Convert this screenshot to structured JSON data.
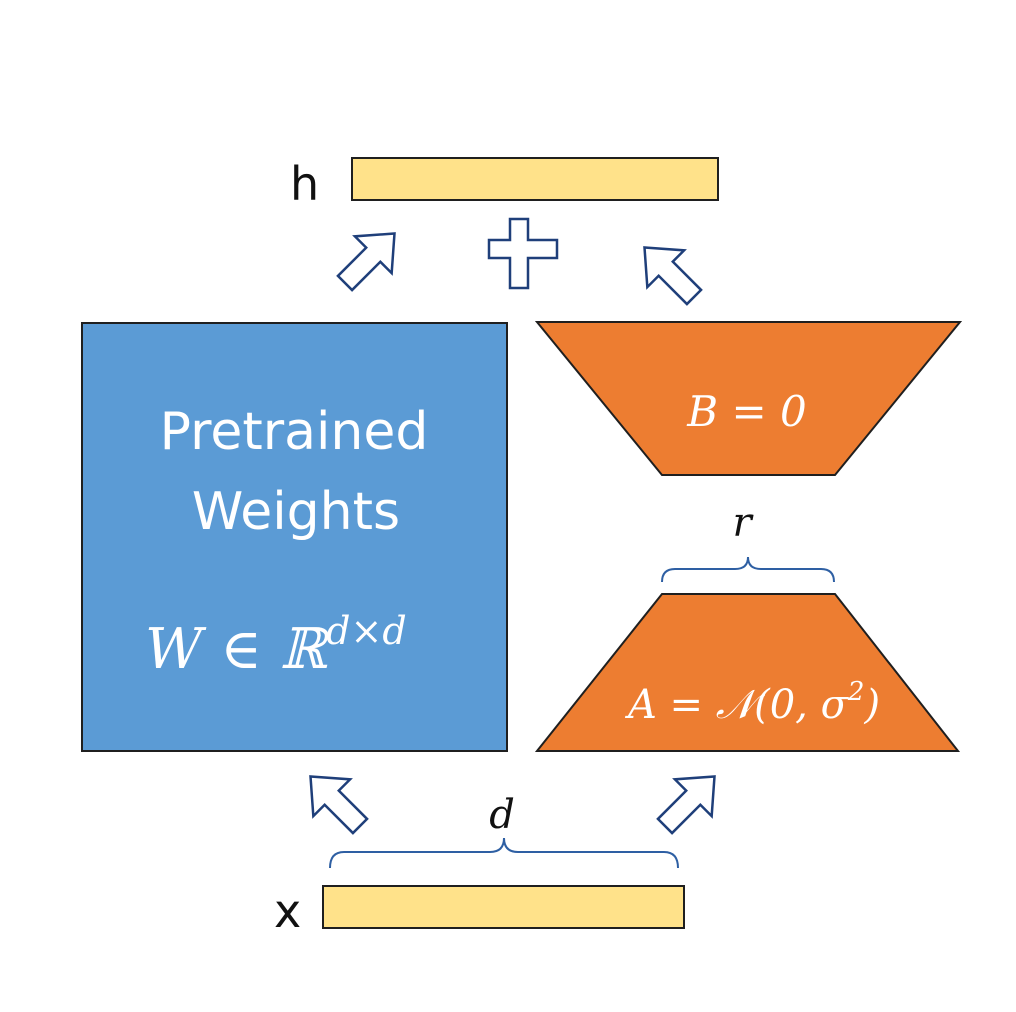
{
  "labels": {
    "output": "h",
    "input": "x",
    "pretrained_line1": "Pretrained",
    "pretrained_line2": "Weights",
    "weights_formula": "W ∈ ℝ",
    "weights_superscript": "d×d",
    "b_formula": "B = 0",
    "a_formula_main": "A = 𝒩(0, σ",
    "a_formula_sup": "2",
    "a_formula_close": ")",
    "rank": "r",
    "dim": "d"
  },
  "colors": {
    "vector_fill": "#FFE28A",
    "matrix_blue": "#5B9BD5",
    "trapezoid_orange": "#ED7D31",
    "outline_dark": "#1F1F1F",
    "arrow_stroke": "#1F3F7A",
    "white_text": "#FFFFFF",
    "brace_stroke": "#2E5FA3"
  },
  "icons": {
    "plus": "plus-icon",
    "arrows": [
      "arrow-up-right-icon",
      "arrow-up-left-icon",
      "arrow-up-left-icon",
      "arrow-up-right-icon"
    ]
  }
}
